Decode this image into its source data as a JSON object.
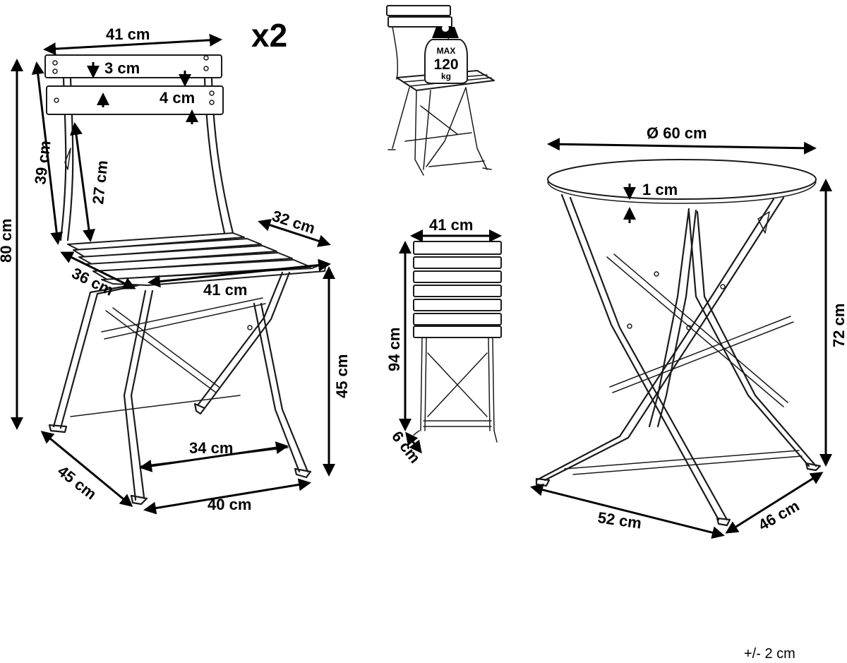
{
  "quantity": "x2",
  "tolerance": "+/- 2 cm",
  "chair": {
    "back_width": "41 cm",
    "slat_gap": "3 cm",
    "slat_height": "4 cm",
    "back_height": "39 cm",
    "back_lower_height": "27 cm",
    "total_height": "80 cm",
    "seat_depth": "32 cm",
    "seat_side": "36 cm",
    "seat_width": "41 cm",
    "seat_height": "45 cm",
    "footrest_width": "34 cm",
    "base_depth": "45 cm",
    "base_width": "40 cm"
  },
  "max_load": {
    "label": "MAX",
    "value": "120",
    "unit": "kg"
  },
  "folded_chair": {
    "width": "41 cm",
    "height": "94 cm",
    "depth": "6 cm"
  },
  "table": {
    "diameter": "Ø 60 cm",
    "top_thickness": "1 cm",
    "height": "72 cm",
    "base_width": "52 cm",
    "base_depth": "46 cm"
  }
}
